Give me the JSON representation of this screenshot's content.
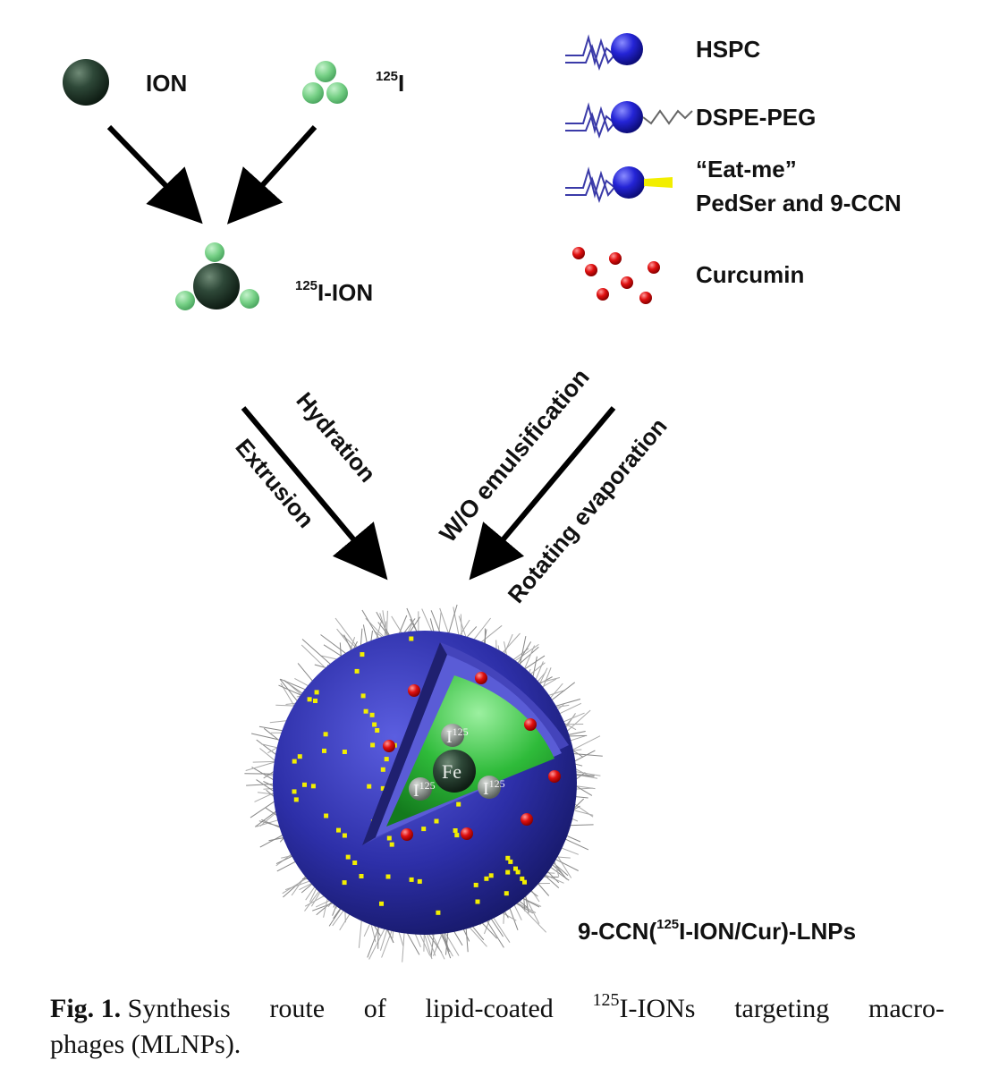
{
  "labels": {
    "ion": "ION",
    "iodine_mass": "125",
    "iodine_symbol": "I",
    "iodine_ion_mass": "125",
    "iodine_ion_text": "I-ION",
    "hspc": "HSPC",
    "dspe_peg": "DSPE-PEG",
    "eat_me_line1": "“Eat-me”",
    "eat_me_line2": "PedSer and 9-CCN",
    "curcumin": "Curcumin",
    "hydration": "Hydration",
    "extrusion": "Extrusion",
    "wo_emulsification": "W/O emulsification",
    "rotating_evaporation": "Rotating evaporation",
    "product_prefix": "9-CCN(",
    "product_mass": "125",
    "product_suffix": "I-ION/Cur)-LNPs",
    "core_fe": "Fe",
    "core_i": "I",
    "core_i_mass": "125"
  },
  "caption": {
    "fig_label": "Fig. 1.",
    "line1_words": [
      "Synthesis",
      "route",
      "of",
      "lipid-coated"
    ],
    "mass": "125",
    "line1_tail": [
      "I-IONs",
      "targeting",
      "macro-"
    ],
    "line2": "phages (MLNPs)."
  },
  "colors": {
    "ion_core": "#243a2c",
    "iodine": "#7fd38e",
    "lipid_head": "#2a2ad0",
    "lipid_tail": "#3a3aa8",
    "eat_me_tag": "#f2ee00",
    "curcumin": "#e01010",
    "shell": "#2d2fa8",
    "inner_core": "#2fbb3a"
  }
}
